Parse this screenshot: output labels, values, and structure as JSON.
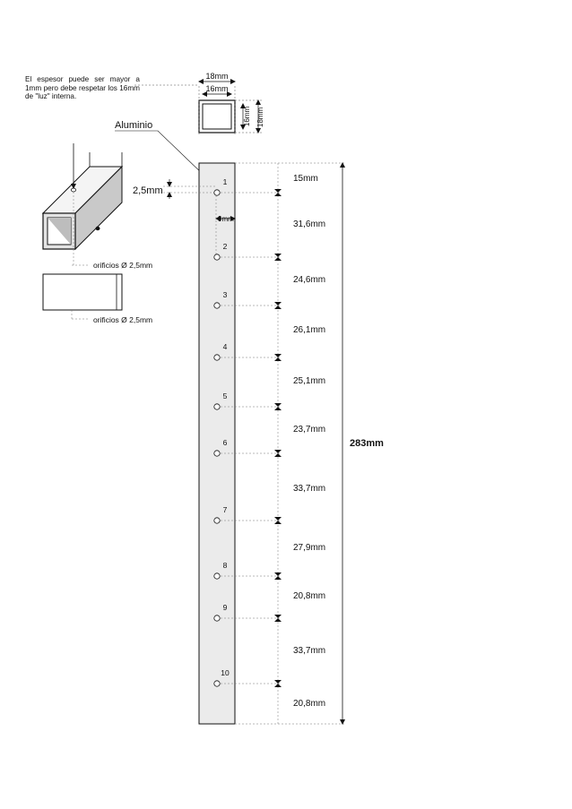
{
  "note": "El espesor puede ser mayor a 1mm pero debe respetar los 16mm de \"luz\" interna.",
  "material_label": "Aluminio",
  "section": {
    "outer_width": "18mm",
    "inner_width": "16mm",
    "inner_height": "16mm",
    "outer_height": "18mm"
  },
  "hole_offset": "2,5mm",
  "hole_spacing_h": "9mm",
  "hole_label_top": "orificios Ø 2,5mm",
  "hole_label_bottom": "orificios Ø 2,5mm",
  "total_length": "283mm",
  "holes": [
    "1",
    "2",
    "3",
    "4",
    "5",
    "6",
    "7",
    "8",
    "9",
    "10"
  ],
  "segments": [
    "15mm",
    "31,6mm",
    "24,6mm",
    "26,1mm",
    "25,1mm",
    "23,7mm",
    "33,7mm",
    "27,9mm",
    "20,8mm",
    "33,7mm",
    "20,8mm"
  ]
}
